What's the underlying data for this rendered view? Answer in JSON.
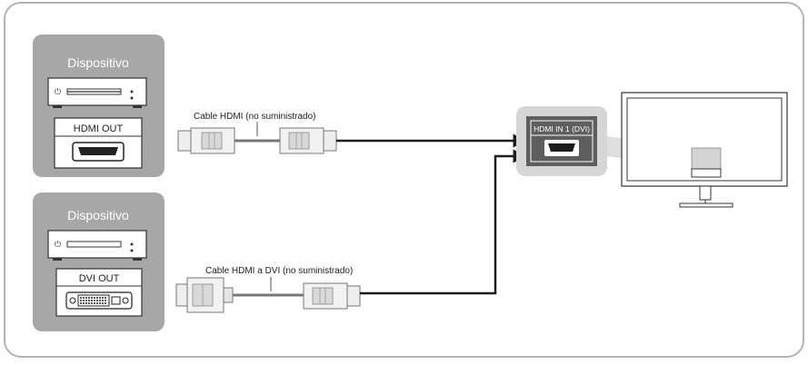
{
  "devices": [
    {
      "title": "Dispositivo",
      "port_label": "HDMI OUT",
      "port_type": "hdmi"
    },
    {
      "title": "Dispositivo",
      "port_label": "DVI OUT",
      "port_type": "dvi"
    }
  ],
  "cables": [
    {
      "label": "Cable HDMI (no suministrado)",
      "type": "hdmi-hdmi"
    },
    {
      "label": "Cable HDMI a DVI (no suministrado)",
      "type": "dvi-hdmi"
    }
  ],
  "tv_input": {
    "label": "HDMI IN 1 (DVI)"
  },
  "colors": {
    "panel_bg": "#a7a7a7",
    "frame_border": "#b4b4b4",
    "cable": "#1c1c1c",
    "port_highlight": "#d6d6d6",
    "port_box": "#5e5e5e"
  }
}
